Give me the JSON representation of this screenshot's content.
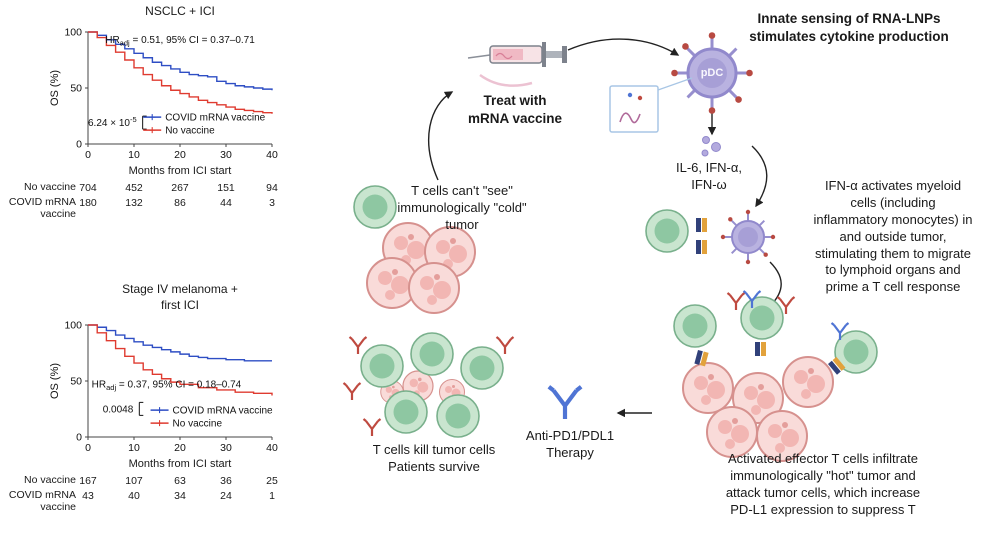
{
  "chart_data": [
    {
      "type": "line",
      "title": "NSCLC + ICI",
      "xlabel": "Months from ICI start",
      "ylabel": "OS (%)",
      "xlim": [
        0,
        40
      ],
      "ylim": [
        0,
        100
      ],
      "xticks": [
        0,
        10,
        20,
        30,
        40
      ],
      "yticks": [
        0,
        50,
        100
      ],
      "hr_label": {
        "base": "HR",
        "sub": "adj",
        "rest": " = 0.51, 95% CI = 0.37–0.71"
      },
      "p_label": {
        "base": "6.24 × 10",
        "sup": "-5"
      },
      "annotation_pos": [
        0.5,
        0.1
      ],
      "annotation_anchor": "middle",
      "p_pos": [
        0.0,
        0.84
      ],
      "legend_pos": [
        0.3,
        0.76
      ],
      "series": [
        {
          "name": "COVID mRNA vaccine",
          "color": "#2e4ec4",
          "x": [
            0,
            2,
            4,
            6,
            8,
            10,
            12,
            14,
            16,
            18,
            20,
            22,
            24,
            26,
            28,
            30,
            32,
            34,
            36,
            38,
            40
          ],
          "y": [
            100,
            97,
            93,
            89,
            85,
            81,
            77,
            73,
            70,
            67,
            64,
            62,
            61,
            60,
            56,
            54,
            52,
            51,
            50,
            49,
            48
          ]
        },
        {
          "name": "No vaccine",
          "color": "#df3b30",
          "x": [
            0,
            2,
            4,
            6,
            8,
            10,
            12,
            14,
            16,
            18,
            20,
            22,
            24,
            26,
            28,
            30,
            32,
            34,
            36,
            38,
            40
          ],
          "y": [
            100,
            95,
            88,
            82,
            75,
            68,
            62,
            57,
            52,
            48,
            45,
            42,
            39,
            37,
            35,
            33,
            31,
            30,
            29,
            28,
            27
          ]
        }
      ],
      "risk_table": [
        {
          "label": "No vaccine",
          "values": [
            704,
            452,
            267,
            151,
            94
          ]
        },
        {
          "label": "COVID mRNA vaccine",
          "values": [
            180,
            132,
            86,
            44,
            3
          ]
        }
      ]
    },
    {
      "type": "line",
      "title": "Stage IV melanoma +\nfirst ICI",
      "xlabel": "Months from ICI start",
      "ylabel": "OS (%)",
      "xlim": [
        0,
        40
      ],
      "ylim": [
        0,
        100
      ],
      "xticks": [
        0,
        10,
        20,
        30,
        40
      ],
      "yticks": [
        0,
        50,
        100
      ],
      "hr_label": {
        "base": "HR",
        "sub": "adj",
        "rest": " = 0.37, 95% CI = 0.18–0.74"
      },
      "p_label": {
        "base": "0.0048",
        "sup": ""
      },
      "annotation_pos": [
        0.02,
        0.56
      ],
      "annotation_anchor": "start",
      "p_pos": [
        0.08,
        0.78
      ],
      "legend_pos": [
        0.34,
        0.76
      ],
      "series": [
        {
          "name": "COVID mRNA vaccine",
          "color": "#2e4ec4",
          "x": [
            0,
            2,
            4,
            6,
            8,
            10,
            12,
            14,
            16,
            18,
            20,
            22,
            24,
            26,
            28,
            30,
            34,
            40
          ],
          "y": [
            100,
            98,
            95,
            91,
            88,
            85,
            82,
            80,
            78,
            76,
            74,
            72,
            71,
            70,
            70,
            69,
            68,
            68
          ]
        },
        {
          "name": "No vaccine",
          "color": "#df3b30",
          "x": [
            0,
            2,
            4,
            6,
            8,
            10,
            12,
            14,
            16,
            18,
            20,
            24,
            28,
            32,
            36,
            40
          ],
          "y": [
            100,
            93,
            86,
            79,
            72,
            66,
            60,
            56,
            52,
            49,
            47,
            44,
            42,
            40,
            39,
            37
          ]
        }
      ],
      "risk_table": [
        {
          "label": "No vaccine",
          "values": [
            167,
            107,
            63,
            36,
            25
          ]
        },
        {
          "label": "COVID mRNA vaccine",
          "values": [
            43,
            40,
            34,
            24,
            1
          ]
        }
      ]
    }
  ],
  "diagram": {
    "innate_sensing_label": "Innate sensing of RNA-LNPs\nstimulates cytokine production",
    "treat_label": "Treat with\nmRNA vaccine",
    "pdc_label": "pDC",
    "cytokines_label": "IL-6, IFN-α,\nIFN-ω",
    "ifn_activation_label": "IFN-α activates myeloid\ncells (including\ninflammatory monocytes) in\nand outside tumor,\nstimulating them to migrate\nto lymphoid organs and\nprime a T cell response",
    "cold_tumor_label": "T cells can't \"see\"\nimmunologically \"cold\"\ntumor",
    "kill_label": "T cells kill tumor cells\nPatients survive",
    "therapy_label": "Anti-PD1/PDL1\nTherapy",
    "hot_tumor_label": "Activated effector T cells infiltrate\nimmunologically \"hot\" tumor and\nattack tumor cells, which increase\nPD-L1 expression to suppress T",
    "colors": {
      "t_cell": "#8ec7a2",
      "tumor": "#f2b6b3",
      "myeloid": "#b9b2e0",
      "antibody_blue": "#4f74d4",
      "antibody_red": "#bf4a40",
      "curve_blue": "#2e4ec4",
      "curve_red": "#df3b30"
    }
  }
}
